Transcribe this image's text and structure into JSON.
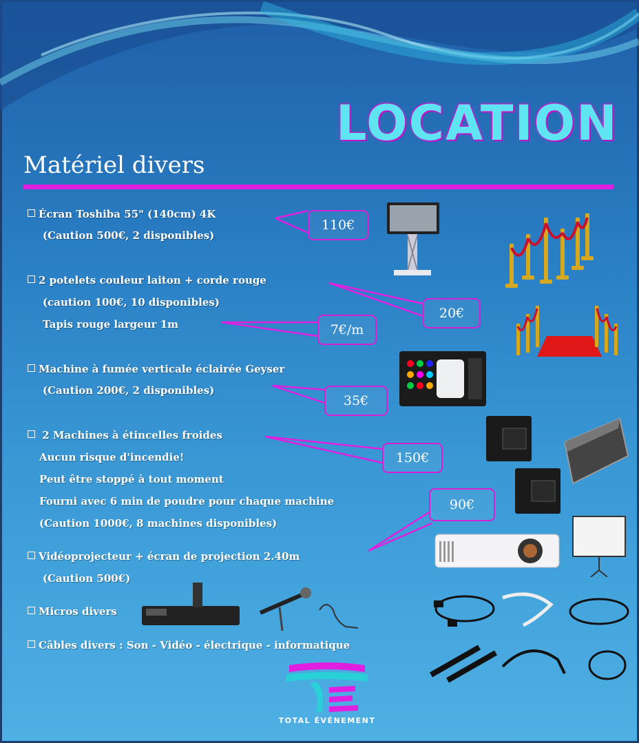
{
  "title": "LOCATION",
  "subtitle": "Matériel divers",
  "items": [
    {
      "text": "Écran Toshiba 55\" (140cm) 4K",
      "checkbox": true
    },
    {
      "text": "(Caution 500€, 2 disponibles)",
      "checkbox": false
    },
    {
      "text": "2 potelets couleur laiton + corde rouge",
      "checkbox": true
    },
    {
      "text": "(caution 100€, 10 disponibles)",
      "checkbox": false
    },
    {
      "text": "Tapis rouge  largeur 1m",
      "checkbox": false
    },
    {
      "text": "Machine à fumée verticale éclairée Geyser",
      "checkbox": true
    },
    {
      "text": "(Caution 200€, 2 disponibles)",
      "checkbox": false
    },
    {
      "text": " 2 Machines à étincelles froides",
      "checkbox": true
    },
    {
      "text": "Aucun risque d'incendie!",
      "checkbox": false
    },
    {
      "text": "Peut être stoppé à tout moment",
      "checkbox": false
    },
    {
      "text": "Fourni avec 6 min de poudre pour chaque machine",
      "checkbox": false
    },
    {
      "text": "(Caution 1000€, 8 machines disponibles)",
      "checkbox": false
    },
    {
      "text": "Vidéoprojecteur  + écran de projection 2.40m",
      "checkbox": true
    },
    {
      "text": "(Caution 500€)",
      "checkbox": false
    },
    {
      "text": "Micros divers",
      "checkbox": true
    },
    {
      "text": "Câbles divers : Son - Vidéo - électrique - informatique",
      "checkbox": true
    }
  ],
  "prices": [
    "110€",
    "20€",
    "7€/m",
    "35€",
    "150€",
    "90€"
  ],
  "logo_text": "TOTAL ÉVÉNEMENT",
  "colors": {
    "accent": "#e01fe0",
    "title": "#5fe4f2",
    "background": "#2a7fc4"
  }
}
